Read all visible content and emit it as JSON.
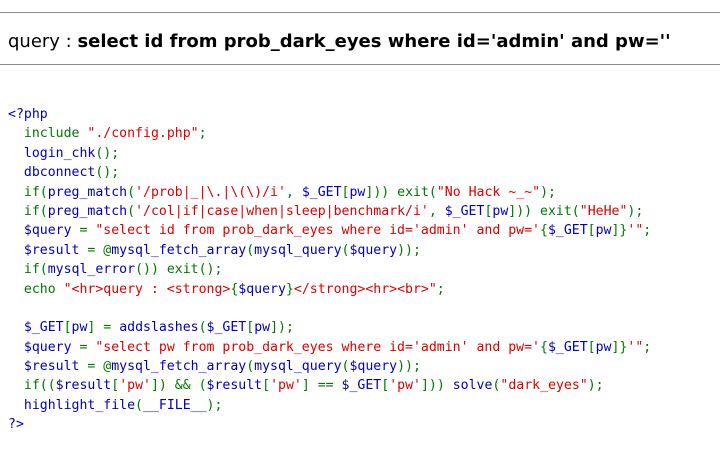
{
  "query": {
    "label": "query : ",
    "value": "select id from prob_dark_eyes where id='admin' and pw=''"
  },
  "colors": {
    "default": "#0000bb",
    "keyword": "#007700",
    "string": "#dd0000"
  },
  "code": {
    "lines": [
      [
        {
          "t": "<?php",
          "c": "def"
        }
      ],
      [
        {
          "t": "  ",
          "c": "def"
        },
        {
          "t": "include ",
          "c": "key"
        },
        {
          "t": "\"./config.php\"",
          "c": "str"
        },
        {
          "t": ";",
          "c": "key"
        }
      ],
      [
        {
          "t": "  login_chk",
          "c": "def"
        },
        {
          "t": "();",
          "c": "key"
        }
      ],
      [
        {
          "t": "  dbconnect",
          "c": "def"
        },
        {
          "t": "();",
          "c": "key"
        }
      ],
      [
        {
          "t": "  ",
          "c": "def"
        },
        {
          "t": "if(",
          "c": "key"
        },
        {
          "t": "preg_match",
          "c": "def"
        },
        {
          "t": "(",
          "c": "key"
        },
        {
          "t": "'/prob|_|\\.|\\(\\)/i'",
          "c": "str"
        },
        {
          "t": ", ",
          "c": "key"
        },
        {
          "t": "$_GET",
          "c": "def"
        },
        {
          "t": "[",
          "c": "key"
        },
        {
          "t": "pw",
          "c": "def"
        },
        {
          "t": "])) exit(",
          "c": "key"
        },
        {
          "t": "\"No Hack ~_~\"",
          "c": "str"
        },
        {
          "t": ");",
          "c": "key"
        }
      ],
      [
        {
          "t": "  ",
          "c": "def"
        },
        {
          "t": "if(",
          "c": "key"
        },
        {
          "t": "preg_match",
          "c": "def"
        },
        {
          "t": "(",
          "c": "key"
        },
        {
          "t": "'/col|if|case|when|sleep|benchmark/i'",
          "c": "str"
        },
        {
          "t": ", ",
          "c": "key"
        },
        {
          "t": "$_GET",
          "c": "def"
        },
        {
          "t": "[",
          "c": "key"
        },
        {
          "t": "pw",
          "c": "def"
        },
        {
          "t": "])) exit(",
          "c": "key"
        },
        {
          "t": "\"HeHe\"",
          "c": "str"
        },
        {
          "t": ");",
          "c": "key"
        }
      ],
      [
        {
          "t": "  $query ",
          "c": "def"
        },
        {
          "t": "= ",
          "c": "key"
        },
        {
          "t": "\"select id from prob_dark_eyes where id='admin' and pw='",
          "c": "str"
        },
        {
          "t": "{",
          "c": "key"
        },
        {
          "t": "$_GET",
          "c": "def"
        },
        {
          "t": "[",
          "c": "key"
        },
        {
          "t": "pw",
          "c": "def"
        },
        {
          "t": "]}",
          "c": "key"
        },
        {
          "t": "'\"",
          "c": "str"
        },
        {
          "t": ";",
          "c": "key"
        }
      ],
      [
        {
          "t": "  $result ",
          "c": "def"
        },
        {
          "t": "= @",
          "c": "key"
        },
        {
          "t": "mysql_fetch_array",
          "c": "def"
        },
        {
          "t": "(",
          "c": "key"
        },
        {
          "t": "mysql_query",
          "c": "def"
        },
        {
          "t": "(",
          "c": "key"
        },
        {
          "t": "$query",
          "c": "def"
        },
        {
          "t": "));",
          "c": "key"
        }
      ],
      [
        {
          "t": "  ",
          "c": "def"
        },
        {
          "t": "if(",
          "c": "key"
        },
        {
          "t": "mysql_error",
          "c": "def"
        },
        {
          "t": "()) exit();",
          "c": "key"
        }
      ],
      [
        {
          "t": "  ",
          "c": "def"
        },
        {
          "t": "echo ",
          "c": "key"
        },
        {
          "t": "\"<hr>query : <strong>",
          "c": "str"
        },
        {
          "t": "{",
          "c": "key"
        },
        {
          "t": "$query",
          "c": "def"
        },
        {
          "t": "}",
          "c": "key"
        },
        {
          "t": "</strong><hr><br>\"",
          "c": "str"
        },
        {
          "t": ";",
          "c": "key"
        }
      ],
      [
        {
          "t": "",
          "c": "def"
        }
      ],
      [
        {
          "t": "  $_GET",
          "c": "def"
        },
        {
          "t": "[",
          "c": "key"
        },
        {
          "t": "pw",
          "c": "def"
        },
        {
          "t": "] = ",
          "c": "key"
        },
        {
          "t": "addslashes",
          "c": "def"
        },
        {
          "t": "(",
          "c": "key"
        },
        {
          "t": "$_GET",
          "c": "def"
        },
        {
          "t": "[",
          "c": "key"
        },
        {
          "t": "pw",
          "c": "def"
        },
        {
          "t": "]);",
          "c": "key"
        }
      ],
      [
        {
          "t": "  $query ",
          "c": "def"
        },
        {
          "t": "= ",
          "c": "key"
        },
        {
          "t": "\"select pw from prob_dark_eyes where id='admin' and pw='",
          "c": "str"
        },
        {
          "t": "{",
          "c": "key"
        },
        {
          "t": "$_GET",
          "c": "def"
        },
        {
          "t": "[",
          "c": "key"
        },
        {
          "t": "pw",
          "c": "def"
        },
        {
          "t": "]}",
          "c": "key"
        },
        {
          "t": "'\"",
          "c": "str"
        },
        {
          "t": ";",
          "c": "key"
        }
      ],
      [
        {
          "t": "  $result ",
          "c": "def"
        },
        {
          "t": "= @",
          "c": "key"
        },
        {
          "t": "mysql_fetch_array",
          "c": "def"
        },
        {
          "t": "(",
          "c": "key"
        },
        {
          "t": "mysql_query",
          "c": "def"
        },
        {
          "t": "(",
          "c": "key"
        },
        {
          "t": "$query",
          "c": "def"
        },
        {
          "t": "));",
          "c": "key"
        }
      ],
      [
        {
          "t": "  ",
          "c": "def"
        },
        {
          "t": "if((",
          "c": "key"
        },
        {
          "t": "$result",
          "c": "def"
        },
        {
          "t": "[",
          "c": "key"
        },
        {
          "t": "'pw'",
          "c": "str"
        },
        {
          "t": "]) && (",
          "c": "key"
        },
        {
          "t": "$result",
          "c": "def"
        },
        {
          "t": "[",
          "c": "key"
        },
        {
          "t": "'pw'",
          "c": "str"
        },
        {
          "t": "] == ",
          "c": "key"
        },
        {
          "t": "$_GET",
          "c": "def"
        },
        {
          "t": "[",
          "c": "key"
        },
        {
          "t": "'pw'",
          "c": "str"
        },
        {
          "t": "])) ",
          "c": "key"
        },
        {
          "t": "solve",
          "c": "def"
        },
        {
          "t": "(",
          "c": "key"
        },
        {
          "t": "\"dark_eyes\"",
          "c": "str"
        },
        {
          "t": ");",
          "c": "key"
        }
      ],
      [
        {
          "t": "  highlight_file",
          "c": "def"
        },
        {
          "t": "(",
          "c": "key"
        },
        {
          "t": "__FILE__",
          "c": "def"
        },
        {
          "t": ");",
          "c": "key"
        }
      ],
      [
        {
          "t": "?>",
          "c": "def"
        }
      ]
    ]
  }
}
